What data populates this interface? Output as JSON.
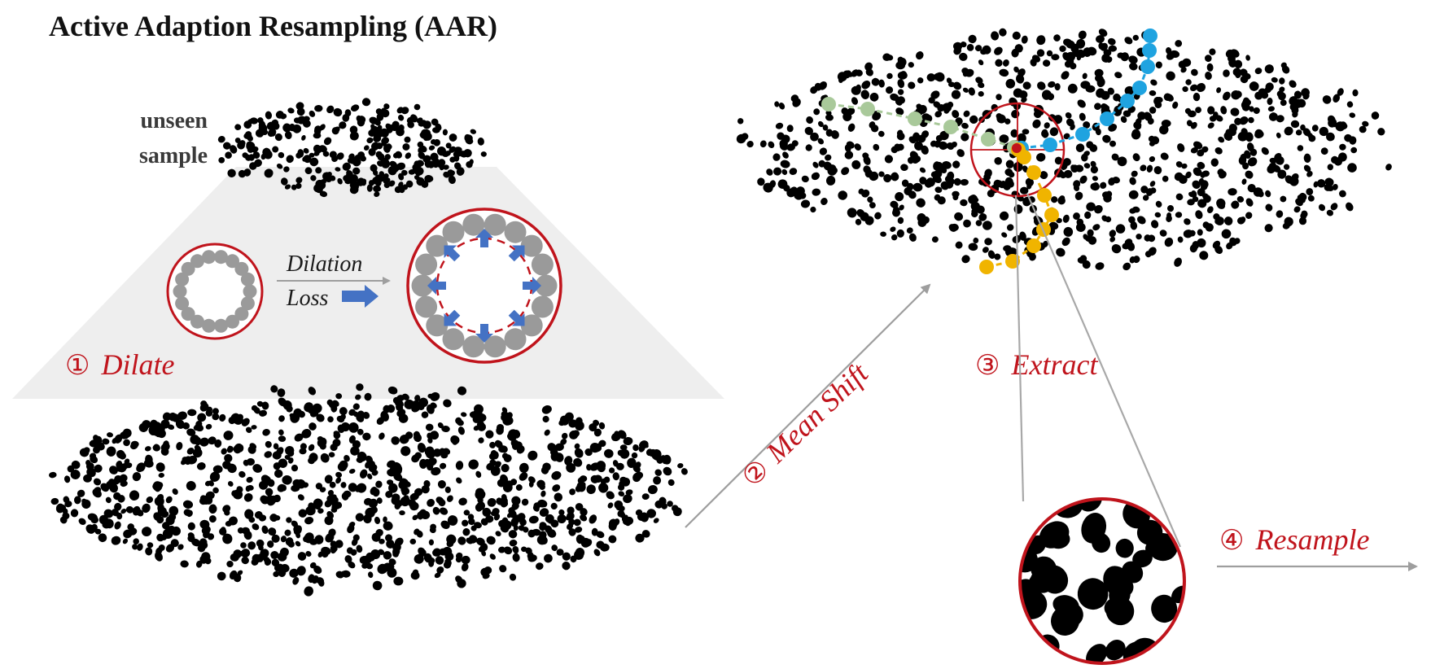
{
  "title": "Active Adaption Resampling (AAR)",
  "unseen_sample_lines": [
    "unseen",
    "sample"
  ],
  "dilation": {
    "line1": "Dilation",
    "line2": "Loss"
  },
  "steps": [
    {
      "number": "①",
      "label": "Dilate"
    },
    {
      "number": "②",
      "label": "Mean Shift"
    },
    {
      "number": "③",
      "label": "Extract"
    },
    {
      "number": "④",
      "label": "Resample"
    }
  ],
  "colors": {
    "points": "#000000",
    "accent_red": "#c0141c",
    "particle_gray": "#9a9a9a",
    "arrow_blue": "#4472c4",
    "trajectory_green": "#a9c99a",
    "trajectory_blue": "#1fa3e0",
    "trajectory_yellow": "#f0b400",
    "projection_panel": "#eeeeee",
    "connector_gray": "#9e9e9e"
  }
}
